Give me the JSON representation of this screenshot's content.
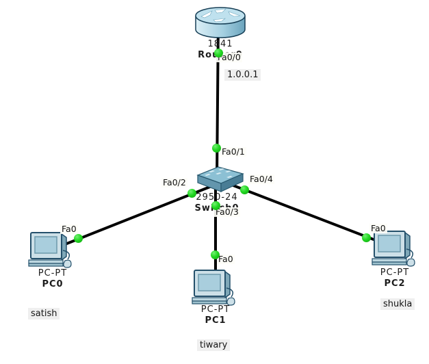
{
  "app_context": "network-topology-canvas",
  "colors": {
    "background": "#ffffff",
    "cable": "#000000",
    "link_up_dot": "#23d823",
    "port_label_bg": "#fdfdf7",
    "note_bg": "#efefef",
    "device_fill": "#9cc7da",
    "device_outline": "#1d4f68"
  },
  "devices": [
    {
      "type": "router",
      "model": "1841",
      "name": "Router0",
      "note": "1.0.0.1"
    },
    {
      "type": "switch",
      "model": "2950-24",
      "name": "Switch0",
      "note": ""
    },
    {
      "type": "pc",
      "model": "PC-PT",
      "name": "PC0",
      "note": "satish"
    },
    {
      "type": "pc",
      "model": "PC-PT",
      "name": "PC1",
      "note": "tiwary"
    },
    {
      "type": "pc",
      "model": "PC-PT",
      "name": "PC2",
      "note": "shukla"
    }
  ],
  "links": [
    {
      "from": "Router0",
      "from_port": "Fa0/0",
      "to": "Switch0",
      "to_port": "Fa0/1",
      "status": "up"
    },
    {
      "from": "Switch0",
      "from_port": "Fa0/2",
      "to": "PC0",
      "to_port": "Fa0",
      "status": "up"
    },
    {
      "from": "Switch0",
      "from_port": "Fa0/3",
      "to": "PC1",
      "to_port": "Fa0",
      "status": "up"
    },
    {
      "from": "Switch0",
      "from_port": "Fa0/4",
      "to": "PC2",
      "to_port": "Fa0",
      "status": "up"
    }
  ]
}
